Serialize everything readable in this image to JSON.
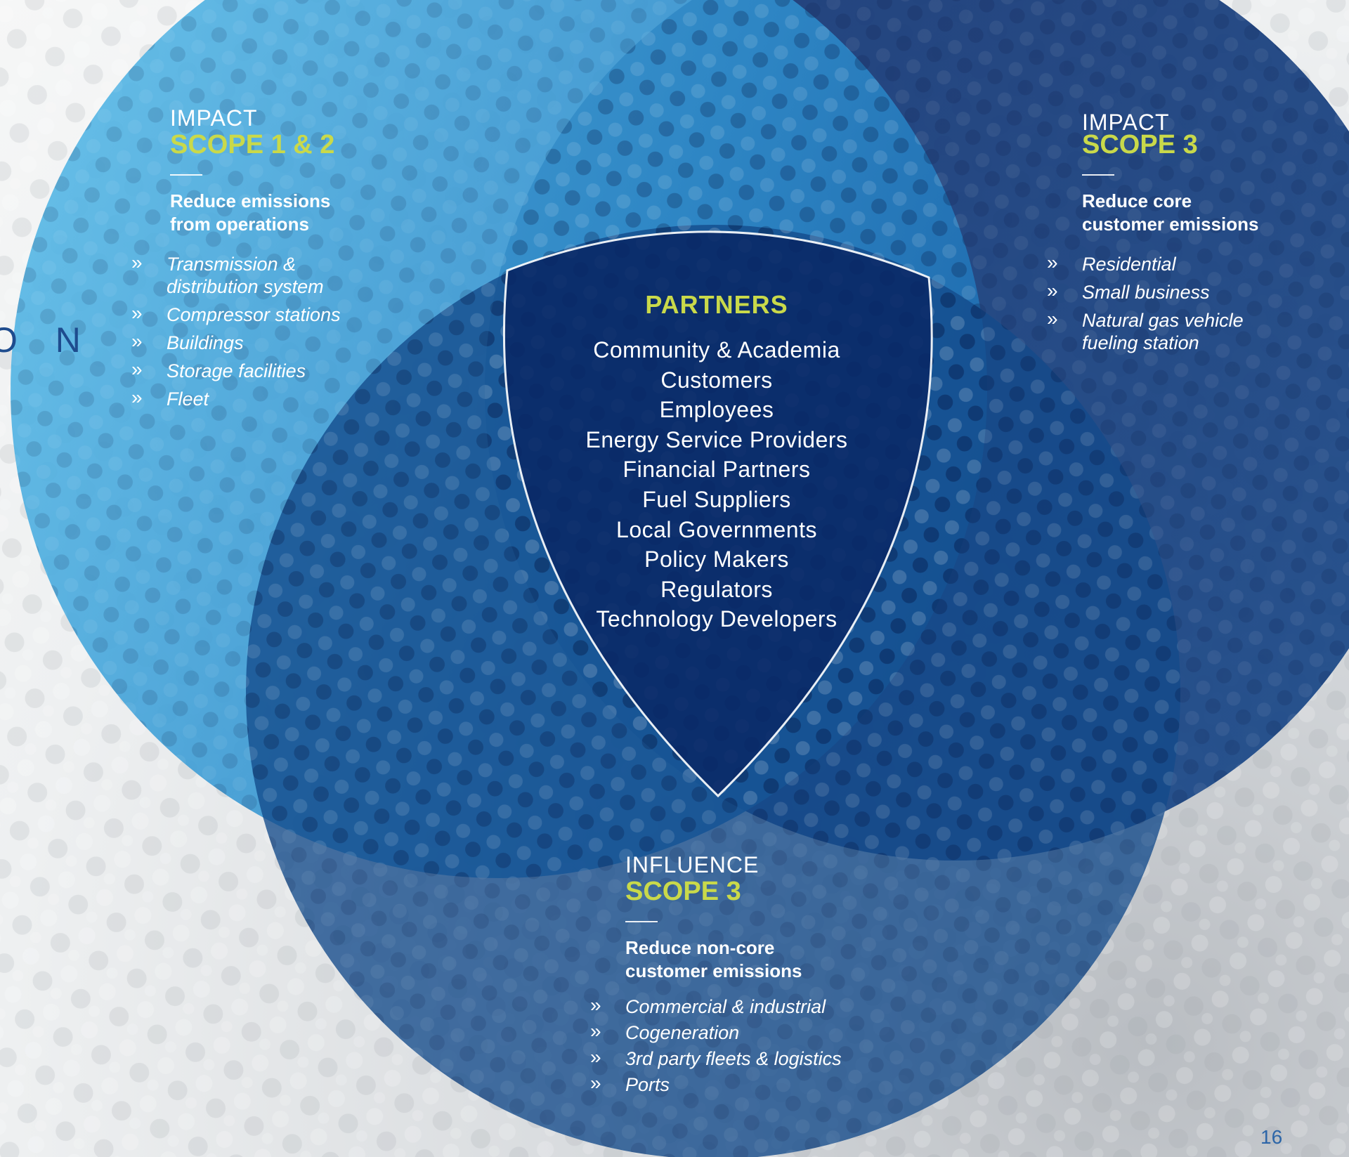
{
  "side_text": "O N",
  "page_number": "16",
  "colors": {
    "circle_left": "#3fa9dd",
    "circle_right": "#0e2f6e",
    "circle_bottom": "#164c8a",
    "center": "#0b2a6b",
    "accent": "#c9d94a"
  },
  "scope12": {
    "label": "IMPACT",
    "title": "SCOPE 1 & 2",
    "description": [
      "Reduce emissions",
      "from operations"
    ],
    "bullet": "»",
    "items": [
      [
        "Transmission &",
        "distribution system"
      ],
      [
        "Compressor stations"
      ],
      [
        "Buildings"
      ],
      [
        "Storage facilities"
      ],
      [
        "Fleet"
      ]
    ]
  },
  "scope3_impact": {
    "label": "IMPACT",
    "title": "SCOPE 3",
    "description": [
      "Reduce core",
      "customer emissions"
    ],
    "bullet": "»",
    "items": [
      [
        "Residential"
      ],
      [
        "Small business"
      ],
      [
        "Natural gas vehicle",
        "fueling station"
      ]
    ]
  },
  "scope3_influence": {
    "label": "INFLUENCE",
    "title": "SCOPE 3",
    "description": [
      "Reduce non-core",
      "customer emissions"
    ],
    "bullet": "»",
    "items": [
      [
        "Commercial & industrial"
      ],
      [
        "Cogeneration"
      ],
      [
        "3rd party fleets & logistics"
      ],
      [
        "Ports"
      ]
    ]
  },
  "partners": {
    "title": "PARTNERS",
    "items": [
      "Community & Academia",
      "Customers",
      "Employees",
      "Energy Service Providers",
      "Financial Partners",
      "Fuel Suppliers",
      "Local Governments",
      "Policy Makers",
      "Regulators",
      "Technology Developers"
    ]
  }
}
